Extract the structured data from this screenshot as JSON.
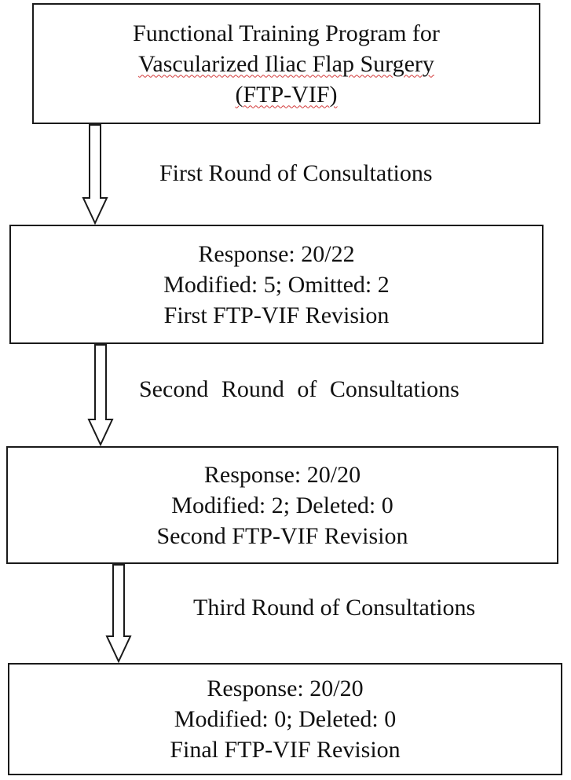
{
  "boxes": [
    {
      "lines": [
        "Functional Training Program for",
        "Vascularized Iliac Flap Surgery",
        "(FTP-VIF)"
      ]
    },
    {
      "lines": [
        "Response: 20/22",
        "Modified: 5; Omitted: 2",
        "First FTP-VIF Revision"
      ]
    },
    {
      "lines": [
        "Response: 20/20",
        "Modified: 2; Deleted: 0",
        "Second FTP-VIF Revision"
      ]
    },
    {
      "lines": [
        "Response: 20/20",
        "Modified: 0; Deleted: 0",
        "Final FTP-VIF Revision"
      ]
    }
  ],
  "edges": [
    {
      "label": "First Round of Consultations"
    },
    {
      "label": "Second Round of Consultations"
    },
    {
      "label": "Third Round of Consultations"
    }
  ],
  "colors": {
    "stroke": "#1a1a1a",
    "text": "#111111",
    "spellcheck_underline": "#d23a3a",
    "background": "#ffffff"
  }
}
